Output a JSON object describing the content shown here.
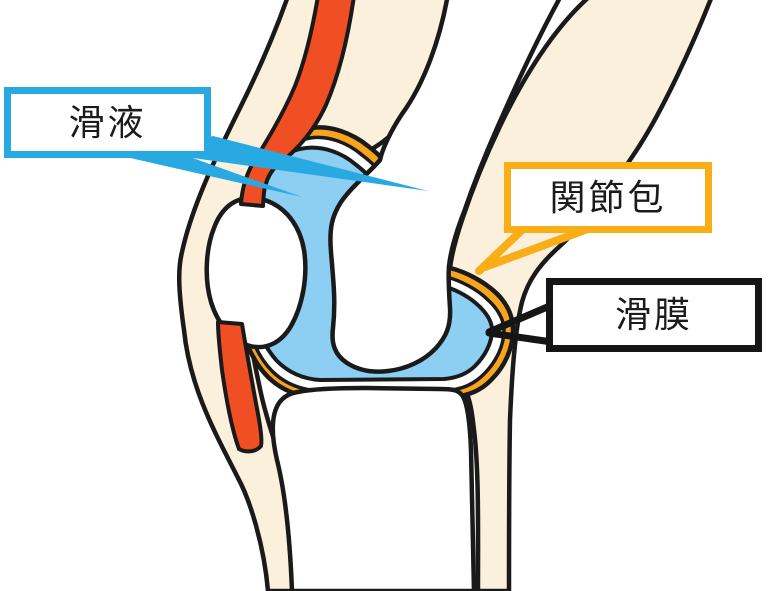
{
  "diagram": {
    "labels": {
      "synovial_fluid": {
        "text": "滑液",
        "border_color": "#29A9E1"
      },
      "joint_capsule": {
        "text": "関節包",
        "border_color": "#F9AE18"
      },
      "synovial_membrane": {
        "text": "滑膜",
        "border_color": "#151515"
      }
    },
    "colors": {
      "skin": "#FBF0DB",
      "tendon_red": "#F04E23",
      "capsule_orange": "#F8A41D",
      "fluid_blue": "#8CCFF3",
      "membrane_white": "#FFFFFF",
      "outline_black": "#1A1A1A",
      "pointer_cyan": "#29A9E1",
      "pointer_orange": "#F9AE18",
      "pointer_black": "#151515"
    }
  }
}
